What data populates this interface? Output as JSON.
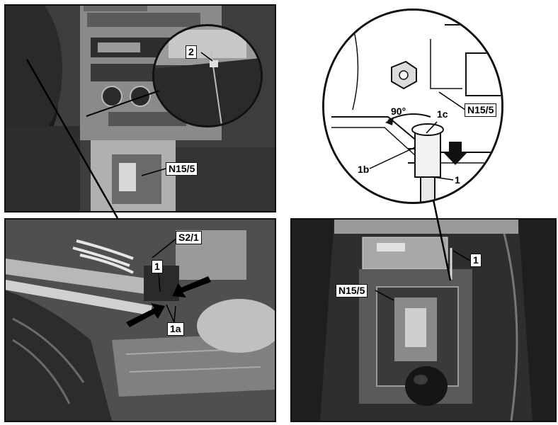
{
  "labels": {
    "top_left_inset": "2",
    "top_left_console": "N15/5",
    "bottom_left_switch": "S2/1",
    "bottom_left_connector": "1",
    "bottom_left_tabs": "1a",
    "top_right_module": "N15/5",
    "top_right_angle": "90°",
    "top_right_part_c": "1c",
    "top_right_part_b": "1b",
    "top_right_connector": "1",
    "bottom_right_connector": "1",
    "bottom_right_module": "N15/5"
  },
  "colors": {
    "photo_dark": "#2a2a2a",
    "photo_mid": "#6b6b6b",
    "photo_light": "#bdbdbd",
    "line_art": "#111111",
    "label_bg": "#ffffff"
  }
}
